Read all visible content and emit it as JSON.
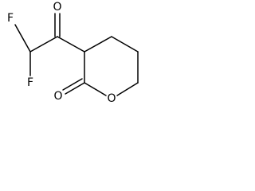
{
  "molecule": {
    "atoms": {
      "fluorine_top": "F",
      "fluorine_bottom": "F",
      "ketone_oxygen": "O",
      "ring_oxygen": "O",
      "lactone_oxygen": "O"
    },
    "colors": {
      "bond": "#000000",
      "label": "#000000",
      "background": "#ffffff"
    }
  }
}
